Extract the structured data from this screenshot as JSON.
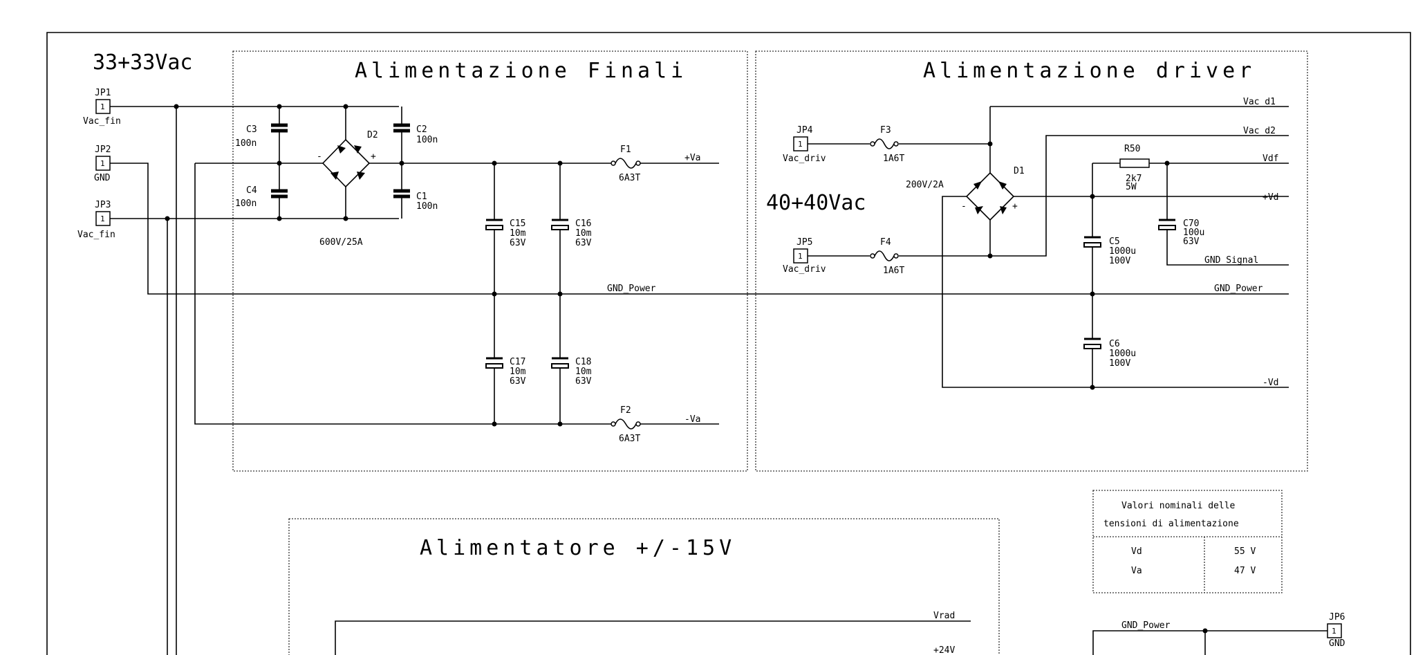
{
  "labels": {
    "voltage_33": "33+33Vac",
    "voltage_40": "40+40Vac",
    "title_finali": "Alimentazione Finali",
    "title_driver": "Alimentazione driver",
    "title_15v": "Alimentatore +/-15V"
  },
  "connectors": {
    "jp1": {
      "ref": "JP1",
      "pin": "1",
      "name": "Vac_fin"
    },
    "jp2": {
      "ref": "JP2",
      "pin": "1",
      "name": "GND"
    },
    "jp3": {
      "ref": "JP3",
      "pin": "1",
      "name": "Vac_fin"
    },
    "jp4": {
      "ref": "JP4",
      "pin": "1",
      "name": "Vac_driv"
    },
    "jp5": {
      "ref": "JP5",
      "pin": "1",
      "name": "Vac_driv"
    },
    "jp6": {
      "ref": "JP6",
      "pin": "1",
      "name": "GND"
    }
  },
  "components": {
    "c1": {
      "ref": "C1",
      "value": "100n"
    },
    "c2": {
      "ref": "C2",
      "value": "100n"
    },
    "c3": {
      "ref": "C3",
      "value": "100n"
    },
    "c4": {
      "ref": "C4",
      "value": "100n"
    },
    "d2": {
      "ref": "D2",
      "rating": "600V/25A"
    },
    "d1": {
      "ref": "D1",
      "rating": "200V/2A"
    },
    "c15": {
      "ref": "C15",
      "value": "10m",
      "voltage": "63V"
    },
    "c16": {
      "ref": "C16",
      "value": "10m",
      "voltage": "63V"
    },
    "c17": {
      "ref": "C17",
      "value": "10m",
      "voltage": "63V"
    },
    "c18": {
      "ref": "C18",
      "value": "10m",
      "voltage": "63V"
    },
    "f1": {
      "ref": "F1",
      "value": "6A3T"
    },
    "f2": {
      "ref": "F2",
      "value": "6A3T"
    },
    "f3": {
      "ref": "F3",
      "value": "1A6T"
    },
    "f4": {
      "ref": "F4",
      "value": "1A6T"
    },
    "r50": {
      "ref": "R50",
      "value": "2k7",
      "power": "5W"
    },
    "c5": {
      "ref": "C5",
      "value": "1000u",
      "voltage": "100V"
    },
    "c6": {
      "ref": "C6",
      "value": "1000u",
      "voltage": "100V"
    },
    "c70": {
      "ref": "C70",
      "value": "100u",
      "voltage": "63V"
    }
  },
  "nets": {
    "va_pos": "+Va",
    "va_neg": "-Va",
    "gnd_power": "GND_Power",
    "vac_d1": "Vac_d1",
    "vac_d2": "Vac_d2",
    "vdf": "Vdf",
    "vd_pos": "+Vd",
    "vd_neg": "-Vd",
    "gnd_signal": "GND_Signal",
    "vrad": "Vrad",
    "v24": "+24V"
  },
  "table": {
    "header_line1": "Valori nominali delle",
    "header_line2": "tensioni di alimentazione",
    "rows": [
      {
        "name": "Vd",
        "value": "55 V"
      },
      {
        "name": "Va",
        "value": "47 V"
      }
    ]
  }
}
